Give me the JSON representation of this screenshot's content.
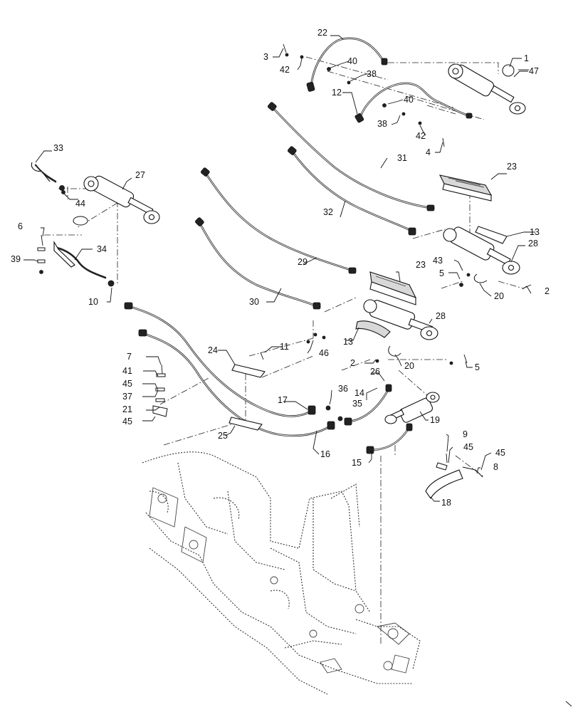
{
  "labels": {
    "c1": "1",
    "c2a": "2",
    "c2b": "2",
    "c3": "3",
    "c4": "4",
    "c5a": "5",
    "c5b": "5",
    "c6": "6",
    "c7": "7",
    "c8": "8",
    "c9": "9",
    "c10": "10",
    "c11": "11",
    "c12": "12",
    "c13a": "13",
    "c13b": "13",
    "c14": "14",
    "c15": "15",
    "c16": "16",
    "c17": "17",
    "c18": "18",
    "c19": "19",
    "c20a": "20",
    "c20b": "20",
    "c21": "21",
    "c22": "22",
    "c23a": "23",
    "c23b": "23",
    "c24": "24",
    "c25": "25",
    "c26": "26",
    "c27": "27",
    "c28a": "28",
    "c28b": "28",
    "c29": "29",
    "c30": "30",
    "c31": "31",
    "c32": "32",
    "c33": "33",
    "c34": "34",
    "c35": "35",
    "c36": "36",
    "c37": "37",
    "c38a": "38",
    "c38b": "38",
    "c39": "39",
    "c40a": "40",
    "c40b": "40",
    "c41": "41",
    "c42a": "42",
    "c42b": "42",
    "c43": "43",
    "c44": "44",
    "c45a": "45",
    "c45b": "45",
    "c45c": "45",
    "c45d": "45",
    "c46": "46",
    "c47": "47"
  },
  "colors": {
    "line": "#111111",
    "background": "#ffffff",
    "fill_gray": "#d8d8d8"
  },
  "icons": {
    "corner_mark": "corner-tick-icon"
  }
}
